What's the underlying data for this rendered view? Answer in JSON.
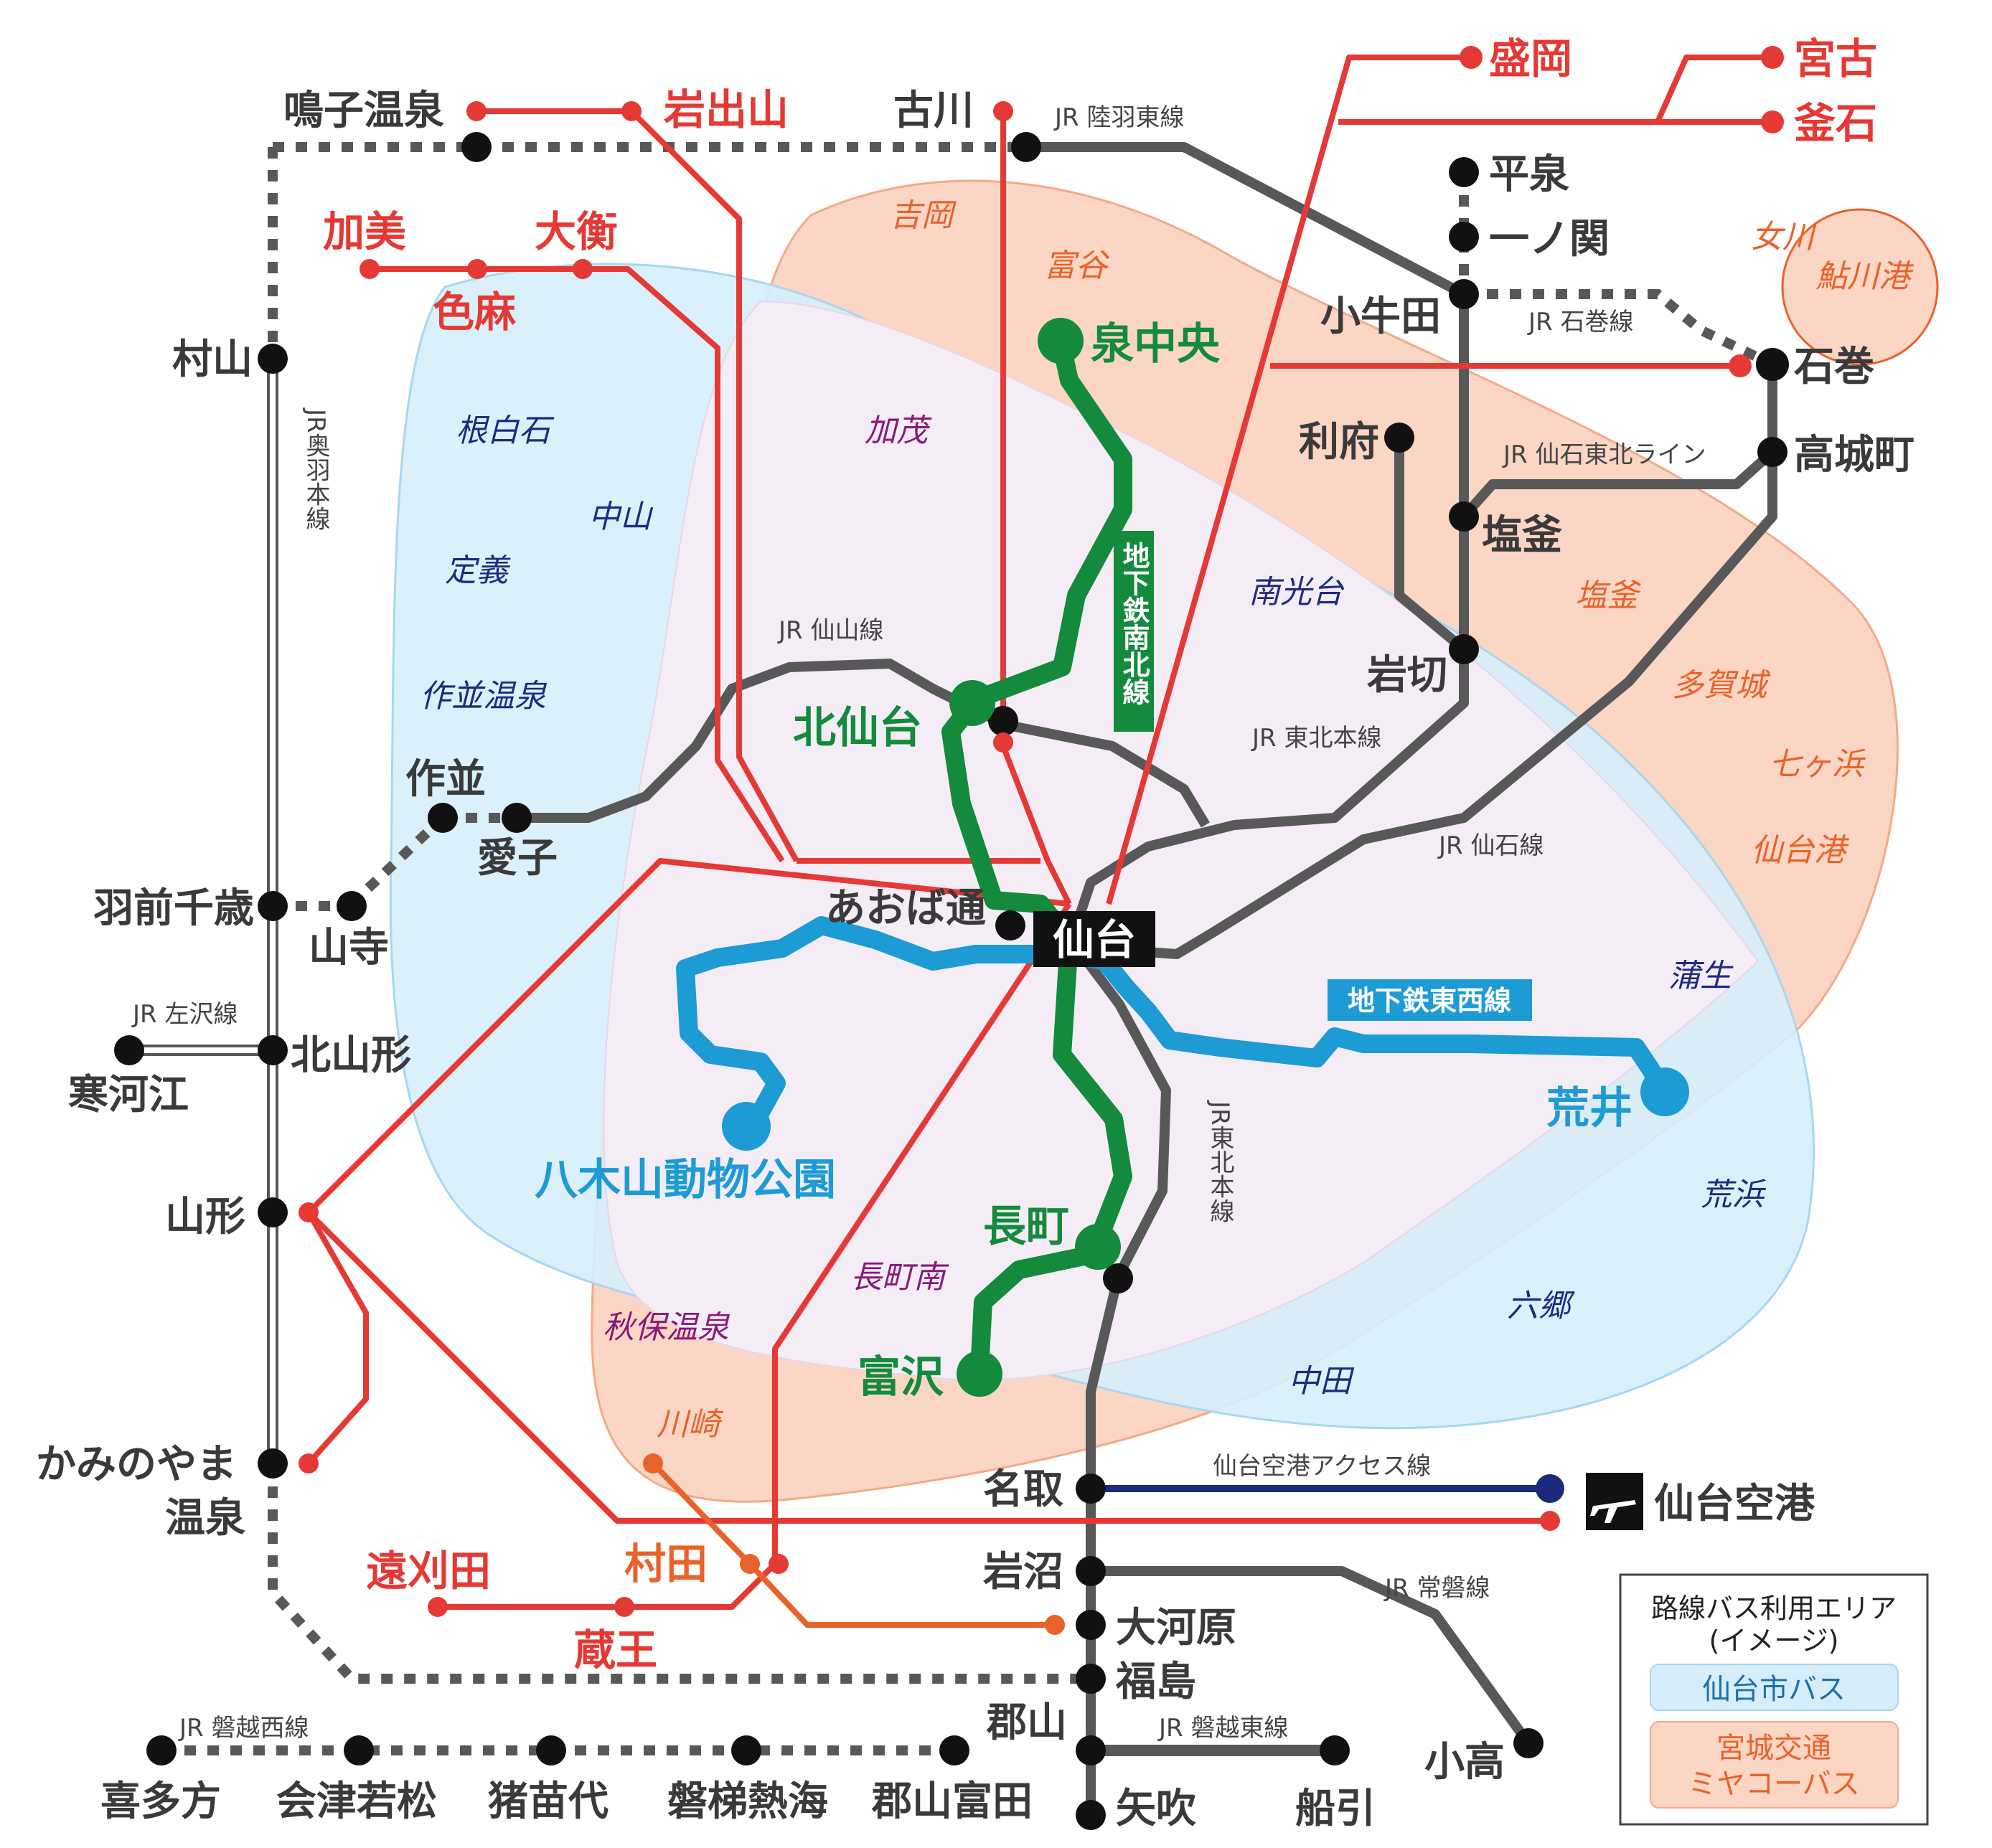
{
  "colors": {
    "jr_line": "#585858",
    "bus_route": "#e53935",
    "orange_route": "#e8622a",
    "subway_namboku": "#138a3c",
    "subway_tozai": "#1d9bd4",
    "airport_line": "#1c2a7d",
    "sendai_city_bus_area": "#d6eefb",
    "miyagi_kotsu_area": "#fbd6c4",
    "overlap_area": "#f4edf6"
  },
  "central_station": "仙台",
  "stations_jr": {
    "naruko": "鳴子温泉",
    "furukawa": "古川",
    "murayama": "村山",
    "sakunami": "作並",
    "aiko": "愛子",
    "yamadera": "山寺",
    "uzen_chitose": "羽前千歳",
    "kitayamagata": "北山形",
    "sagae": "寒河江",
    "yamagata": "山形",
    "kaminoyama_1": "かみのやま",
    "kaminoyama_2": "温泉",
    "hiraizumi": "平泉",
    "ichinoseki": "一ノ関",
    "kogota": "小牛田",
    "rifu": "利府",
    "shiogama": "塩釜",
    "iwakiri": "岩切",
    "ishinomaki": "石巻",
    "takagicho": "高城町",
    "aoba_dori": "あおば通",
    "natori": "名取",
    "iwanuma": "岩沼",
    "ogawara": "大河原",
    "fukushima": "福島",
    "koriyama": "郡山",
    "yabuki": "矢吹",
    "funehiki": "船引",
    "odaka": "小高",
    "kitakata": "喜多方",
    "aizu_wakamatsu": "会津若松",
    "inawashiro": "猪苗代",
    "bandai_atami": "磐梯熱海",
    "koriyama_tomita": "郡山富田",
    "sendai_airport": "仙台空港"
  },
  "stations_bus": {
    "iwadeyama": "岩出山",
    "kami": "加美",
    "ohira": "大衡",
    "shikama": "色麻",
    "morioka": "盛岡",
    "miyako": "宮古",
    "kamaishi": "釜石",
    "togatta": "遠刈田",
    "murata": "村田",
    "zao": "蔵王"
  },
  "stations_subway": {
    "izumi_chuo": "泉中央",
    "kita_sendai": "北仙台",
    "nagamachi": "長町",
    "tomizawa": "富沢",
    "yagiyama": "八木山動物公園",
    "arai": "荒井"
  },
  "line_names": {
    "rikuu_east": "JR 陸羽東線",
    "senzan": "JR 仙山線",
    "ishinomaki": "JR 石巻線",
    "senseki_tohoku": "JR 仙石東北ライン",
    "tohoku_main": "JR 東北本線",
    "senseki": "JR 仙石線",
    "ou": "JR奥羽本線",
    "aterazawa": "JR 左沢線",
    "tohoku_main_v": "JR東北本線",
    "airport_access": "仙台空港アクセス線",
    "joban": "JR 常磐線",
    "banetsu_west": "JR 磐越西線",
    "banetsu_east": "JR 磐越東線",
    "namboku": "地下鉄南北線",
    "tozai": "地下鉄東西線"
  },
  "areas": {
    "yoshioka": "吉岡",
    "tomiya": "富谷",
    "kamo": "加茂",
    "neshiroishi": "根白石",
    "nakayama": "中山",
    "jogi": "定義",
    "sakunami_onsen": "作並温泉",
    "minami_kodai": "南光台",
    "shiogama": "塩釜",
    "tagajo": "多賀城",
    "shichigahama": "七ヶ浜",
    "sendai_port": "仙台港",
    "gamo": "蒲生",
    "arahama": "荒浜",
    "rokugo": "六郷",
    "nakada": "中田",
    "nagamachi_minami": "長町南",
    "akiu_onsen": "秋保温泉",
    "kawasaki": "川崎",
    "onagawa": "女川",
    "ayukawa": "鮎川港"
  },
  "legend": {
    "title_1": "路線バス利用エリア",
    "title_2": "(イメージ)",
    "city_bus": "仙台市バス",
    "miyagi_1": "宮城交通",
    "miyagi_2": "ミヤコーバス"
  }
}
